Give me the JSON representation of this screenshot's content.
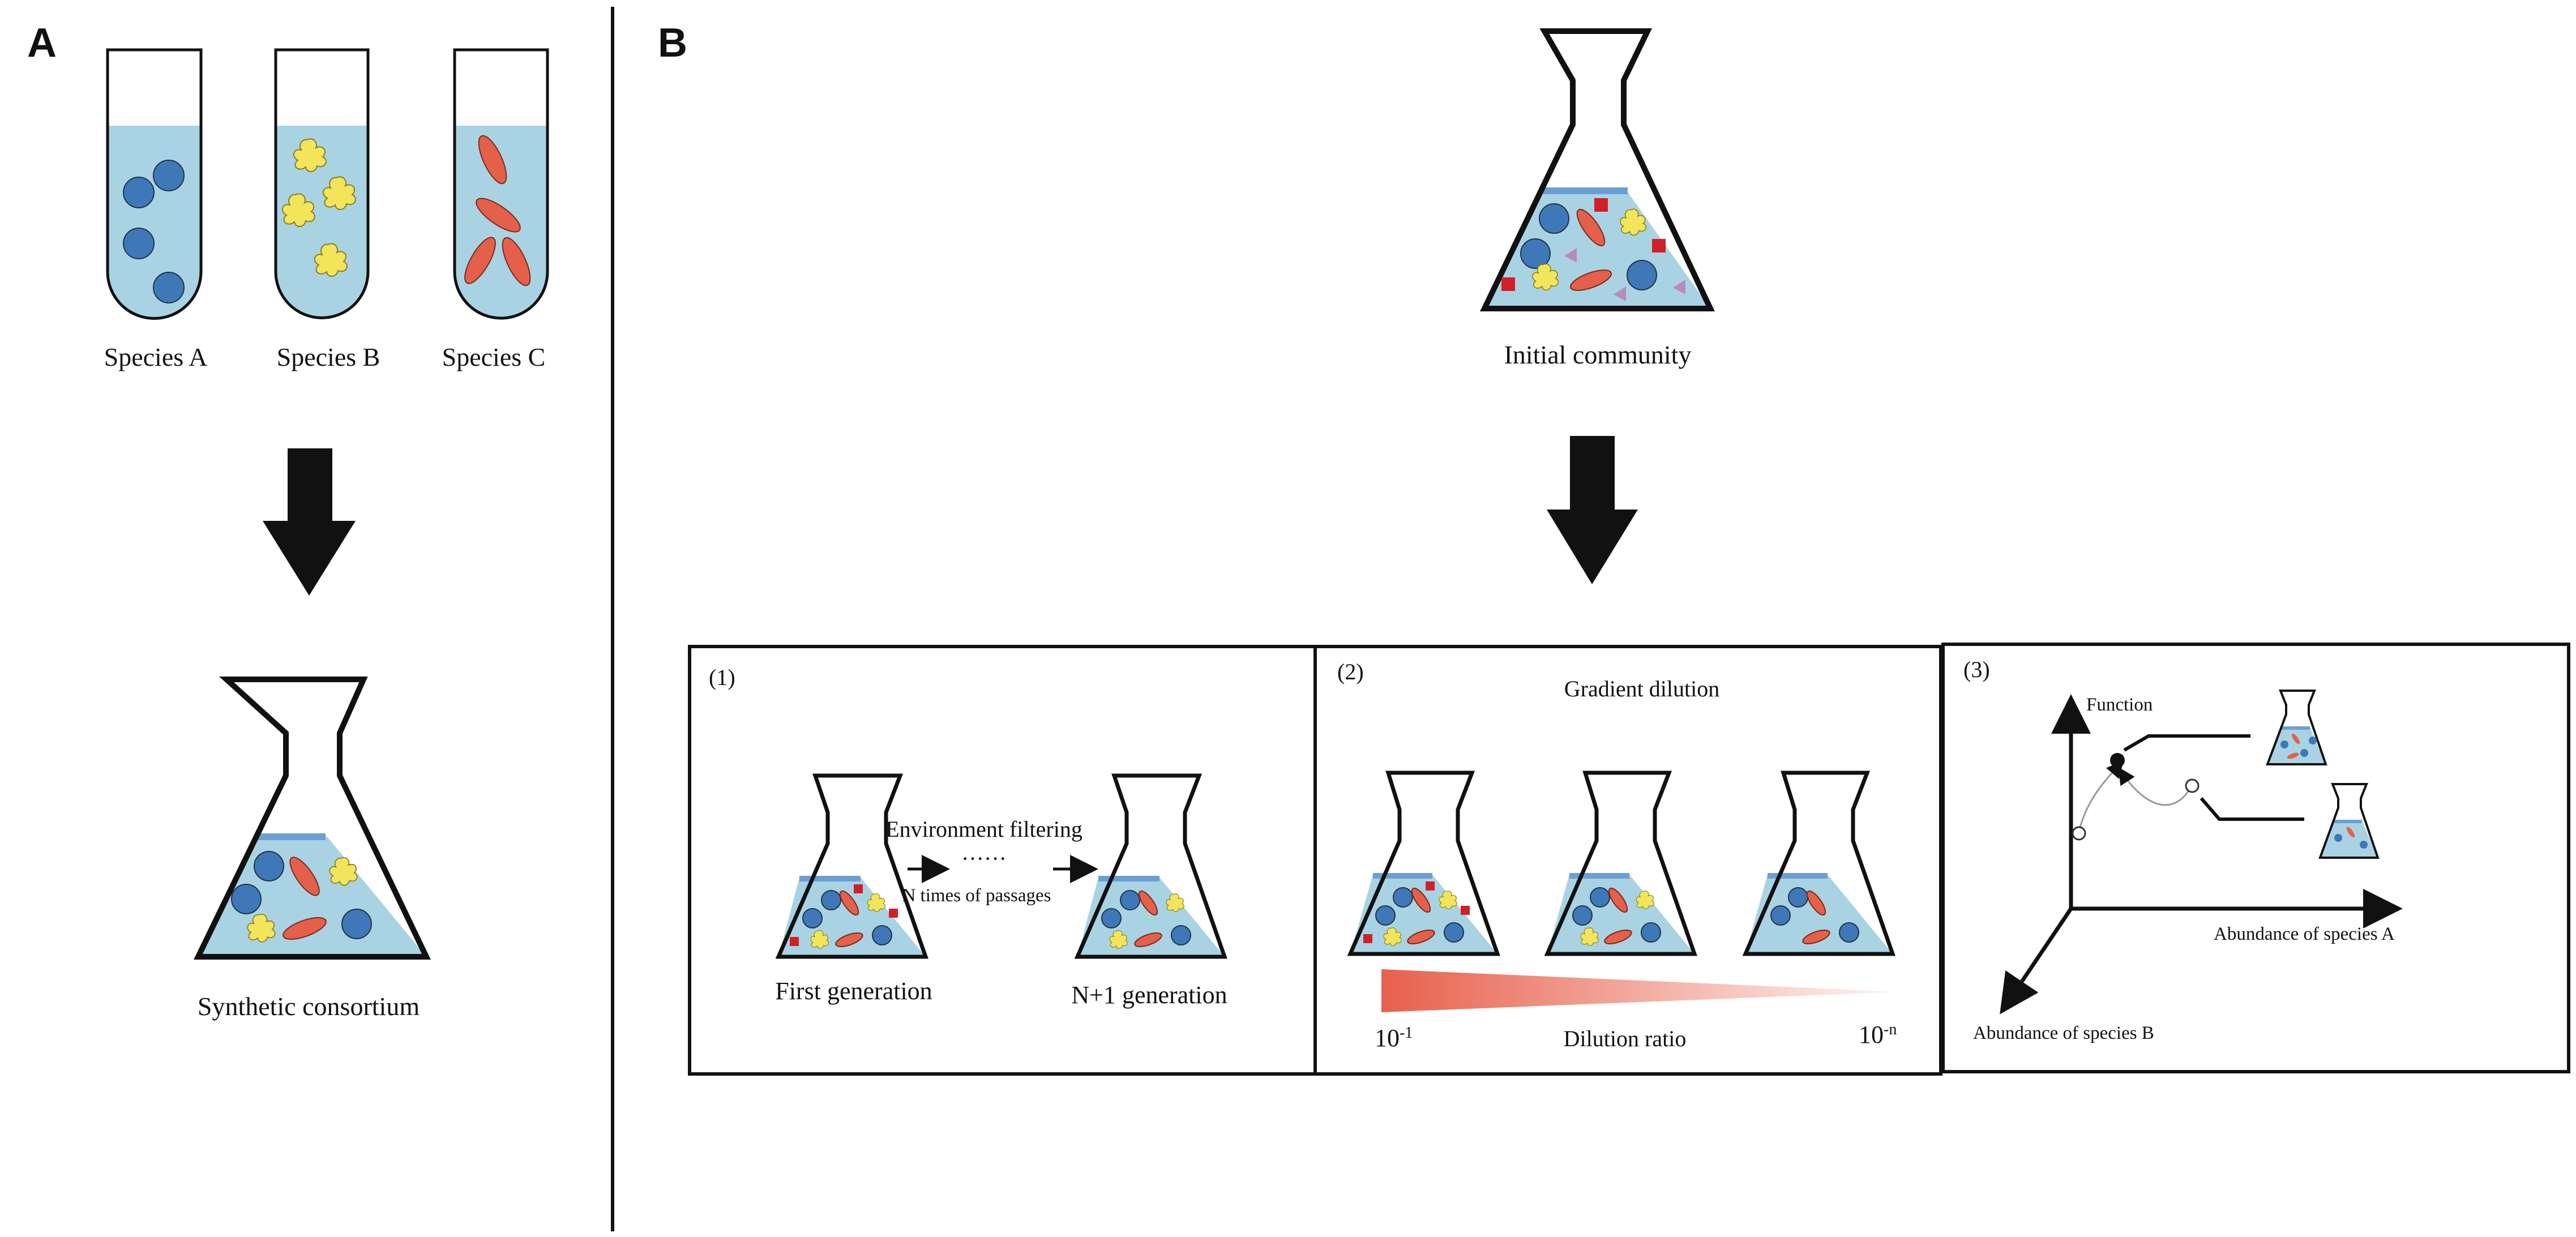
{
  "panels": {
    "a": {
      "letter": "A",
      "tubes": [
        {
          "label": "Species  A",
          "cells": "circle"
        },
        {
          "label": "Species  B",
          "cells": "star"
        },
        {
          "label": "Species  C",
          "cells": "rod"
        }
      ],
      "result_label": "Synthetic consortium"
    },
    "b": {
      "letter": "B",
      "initial_label": "Initial community",
      "sub": [
        {
          "number": "(1)",
          "process_label": "Environment filtering",
          "dots": "······",
          "passages_label": "N times of passages",
          "left_label": "First generation",
          "right_label": "N+1 generation"
        },
        {
          "number": "(2)",
          "title": "Gradient dilution",
          "axis_label": "Dilution ratio",
          "left_base": "10",
          "left_exp": "-1",
          "right_base": "10",
          "right_exp": "-n"
        },
        {
          "number": "(3)",
          "y_axis_label": "Function",
          "x_axis_label": "Abundance of species A",
          "z_axis_label": "Abundance of species B"
        }
      ]
    }
  },
  "colors": {
    "medium": "#a9d3e3",
    "medium_surface": "#6b9fd4",
    "circle": "#3f78b8",
    "star": "#f2e55c",
    "rod": "#e4604a",
    "square": "#cf2028",
    "triangle": "#b98ab8",
    "gradient": "#e8604c"
  }
}
